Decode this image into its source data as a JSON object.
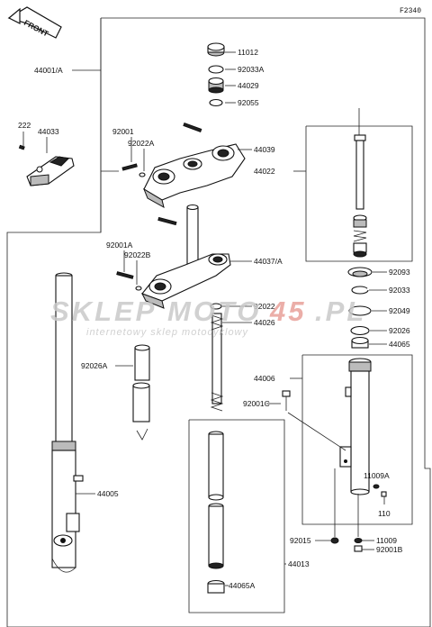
{
  "page_code": "F2340",
  "front_label": "FRONT",
  "watermark": {
    "brand_a": "SKLEP",
    "brand_b": "MOTO",
    "brand_c": "45",
    "brand_d": ".PL",
    "tagline": "internetowy sklep motocyklowy"
  },
  "labels": {
    "p11012": "11012",
    "p92033A": "92033A",
    "p44029": "44029",
    "p92055": "92055",
    "p44001A": "44001/A",
    "p222": "222",
    "p44033": "44033",
    "p92001": "92001",
    "p92022A": "92022A",
    "p44039": "44039",
    "p44022": "44022",
    "p92001A": "92001A",
    "p92022B": "92022B",
    "p44037A": "44037/A",
    "p92093": "92093",
    "p92033": "92033",
    "p92022": "92022",
    "p44026": "44026",
    "p92049": "92049",
    "p92026": "92026",
    "p44065": "44065",
    "p92026A": "92026A",
    "p44006": "44006",
    "p92001C": "92001C",
    "p11009A": "11009A",
    "p110": "110",
    "p44005": "44005",
    "p92015": "92015",
    "p11009": "11009",
    "p92001B": "92001B",
    "p44013": "44013",
    "p44065A": "44065A"
  },
  "colors": {
    "watermark_gray": "#c9c9c9",
    "watermark_red": "#e8a09a"
  }
}
